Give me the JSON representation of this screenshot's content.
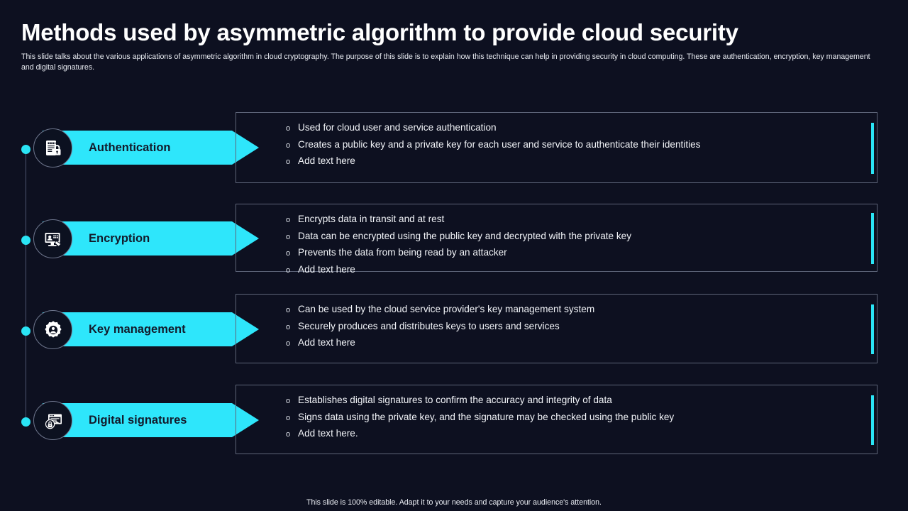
{
  "header": {
    "title": "Methods used by asymmetric algorithm to provide cloud security",
    "subtitle": "This slide talks about the various applications of asymmetric algorithm in cloud cryptography. The purpose of this slide is to explain how this technique can help in providing security in cloud computing. These are authentication, encryption, key management and digital signatures."
  },
  "theme": {
    "background": "#0d1020",
    "accent": "#2ee6fb",
    "accent_bar": "#2ae4f5",
    "box_border": "#5d6478",
    "label_text": "#121a2b",
    "body_text": "#f2f4f8",
    "timeline_line": "#4d5570"
  },
  "rows": [
    {
      "label": "Authentication",
      "icon": "document-lock-icon",
      "bullet_marker": "o",
      "bullets": [
        "Used for cloud user and service authentication",
        "Creates a public key and a private key for each user and service to authenticate their identities",
        "Add text here"
      ]
    },
    {
      "label": "Encryption",
      "icon": "monitor-hand-icon",
      "bullet_marker": "o",
      "bullets": [
        "Encrypts data in transit and at rest",
        "Data can be encrypted using the public key and decrypted with the private key",
        "Prevents the data from being read by an attacker",
        "Add text here"
      ]
    },
    {
      "label": "Key management",
      "icon": "gear-user-icon",
      "bullet_marker": "o",
      "bullets": [
        "Can be used by the cloud service provider's key management system",
        "Securely produces and distributes keys to users and services",
        "Add text here"
      ]
    },
    {
      "label": "Digital signatures",
      "icon": "certificate-signature-icon",
      "bullet_marker": "o",
      "bullets": [
        "Establishes digital signatures to confirm the accuracy and integrity of data",
        "Signs data using the private key, and the signature may be checked using the public key",
        "Add text here."
      ]
    }
  ],
  "footer": {
    "note": "This slide is 100% editable.  Adapt it to your needs and capture your audience's attention."
  }
}
